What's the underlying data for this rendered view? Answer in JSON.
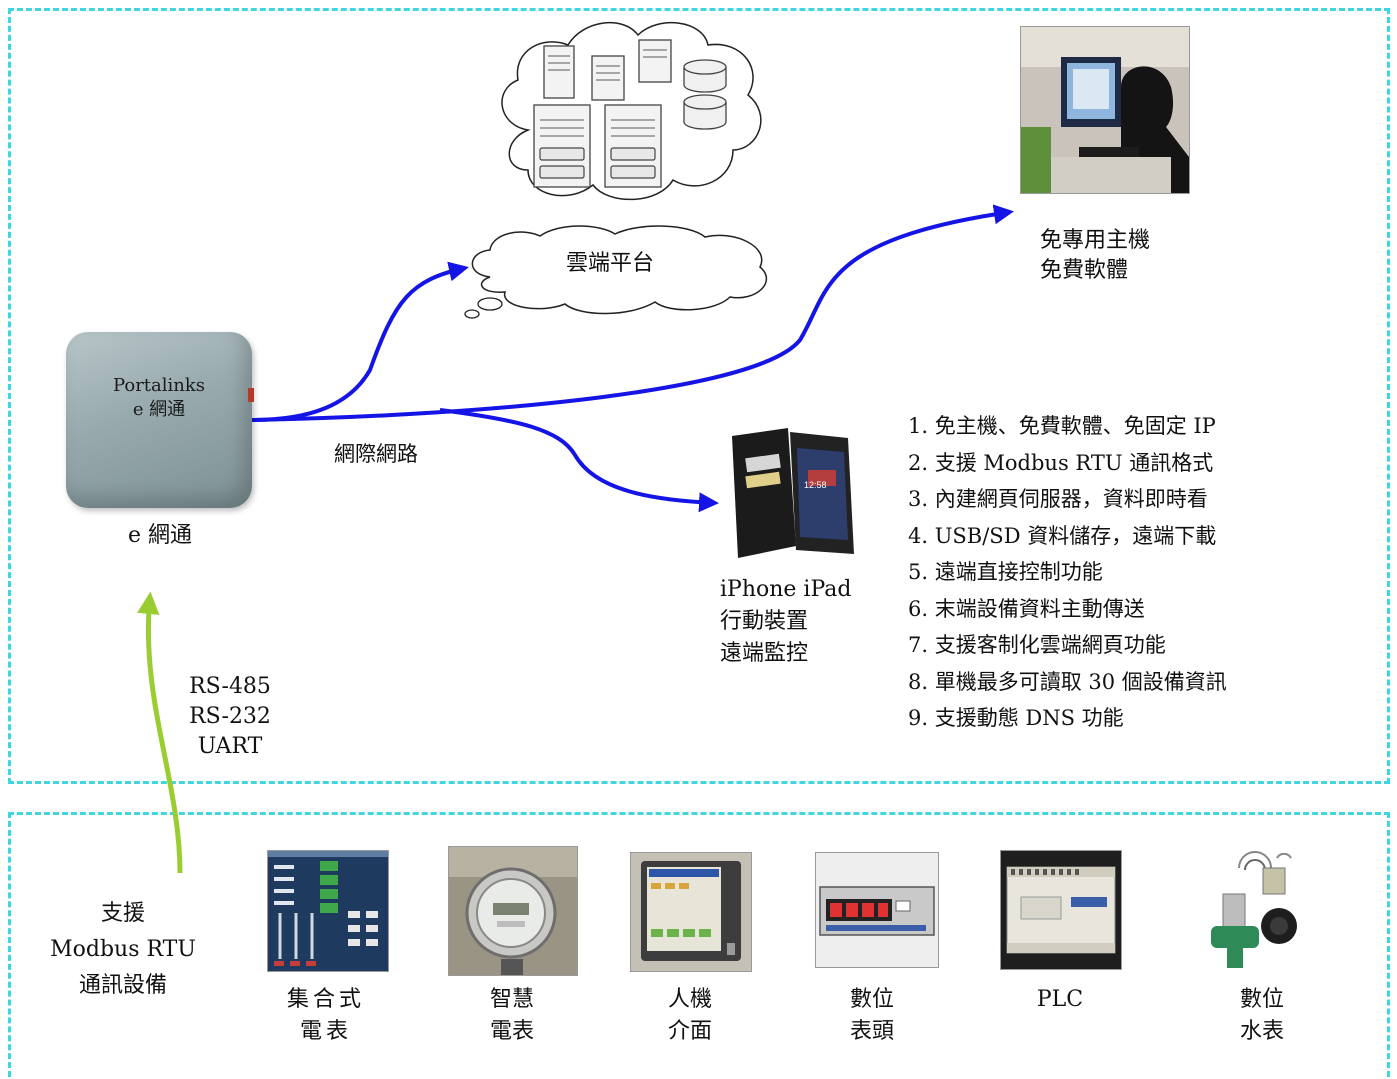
{
  "network": {
    "cloud_platform_label": "雲端平台",
    "internet_label": "網際網路",
    "pc_label_lines": [
      "免專用主機",
      "免費軟體"
    ],
    "mobile_label_lines": [
      "iPhone iPad",
      "行動裝置",
      "遠端監控"
    ]
  },
  "device": {
    "brand_lines": [
      "Portalinks",
      "e 網通"
    ],
    "caption": "e 網通"
  },
  "interfaces": [
    "RS-485",
    "RS-232",
    "UART"
  ],
  "support_label_lines": [
    "支援",
    "Modbus RTU",
    "通訊設備"
  ],
  "features": [
    "1. 免主機、免費軟體、免固定 IP",
    "2. 支援 Modbus RTU 通訊格式",
    "3. 內建網頁伺服器，資料即時看",
    "4. USB/SD 資料儲存，遠端下載",
    "5. 遠端直接控制功能",
    "6. 末端設備資料主動傳送",
    "7. 支援客制化雲端網頁功能",
    "8. 單機最多可讀取 30 個設備資訊",
    "9. 支援動態 DNS 功能"
  ],
  "devices": [
    {
      "icon": "power-meter-panel-icon",
      "lines": [
        "集合式",
        "電表"
      ]
    },
    {
      "icon": "smart-meter-icon",
      "lines": [
        "智慧",
        "電表"
      ]
    },
    {
      "icon": "hmi-panel-icon",
      "lines": [
        "人機",
        "介面"
      ]
    },
    {
      "icon": "digital-display-icon",
      "lines": [
        "數位",
        "表頭"
      ]
    },
    {
      "icon": "plc-icon",
      "lines": [
        "PLC"
      ]
    },
    {
      "icon": "water-meter-icon",
      "lines": [
        "數位",
        "水表"
      ]
    }
  ],
  "colors": {
    "frame": "#3fd6e0",
    "network_arrow": "#1414e6",
    "serial_arrow": "#9acd32"
  }
}
